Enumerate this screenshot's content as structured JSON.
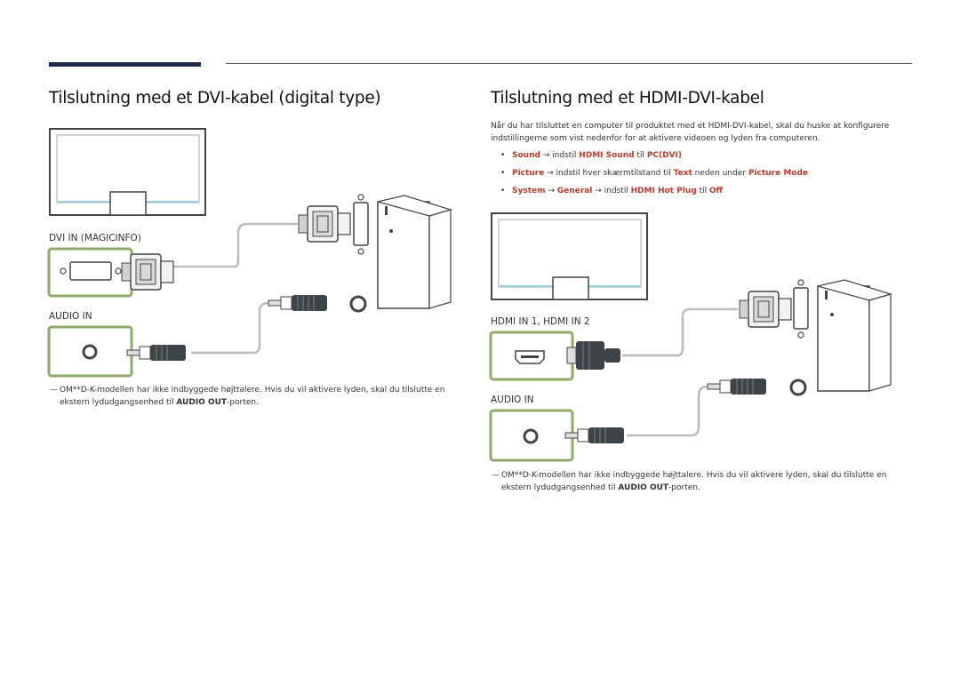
{
  "left": {
    "title": "Tilslutning med et DVI-kabel (digital type)",
    "port_dvi_label": "DVI IN (MAGICINFO)",
    "port_audio_label": "AUDIO IN",
    "note": {
      "text": "OM**D-K-modellen har ikke indbyggede højttalere. Hvis du vil aktivere lyden, skal du tilslutte en ekstern lydudgangsenhed til ",
      "bold1": "AUDIO OUT",
      "tail": "-porten."
    }
  },
  "right": {
    "title": "Tilslutning med et HDMI-DVI-kabel",
    "intro": "Når du har tilsluttet en computer til produktet med et HDMI-DVI-kabel, skal du huske at konfigurere indstillingerne som vist nedenfor for at aktivere videoen og lyden fra computeren.",
    "bullets": [
      {
        "a": "Sound",
        "arrow1": " → indstil ",
        "b": "HDMI Sound",
        "mid": " til ",
        "c": "PC(DVI)",
        "arrow2": "",
        "d": "",
        "end": ""
      },
      {
        "a": "Picture",
        "arrow1": " → indstil hver skærmtilstand til ",
        "b": "Text",
        "mid": " neden under ",
        "c": "Picture Mode",
        "arrow2": "",
        "d": "",
        "end": ""
      },
      {
        "a": "System",
        "arrow1": " → ",
        "b": "General",
        "mid": " → indstil ",
        "c": "HDMI Hot Plug",
        "arrow2": " til ",
        "d": "Off",
        "end": ""
      }
    ],
    "port_hdmi_label": "HDMI IN 1, HDMI IN 2",
    "port_audio_label": "AUDIO IN",
    "note": {
      "text": "OM**D-K-modellen har ikke indbyggede højttalere. Hvis du vil aktivere lyden, skal du tilslutte en ekstern lydudgangsenhed til ",
      "bold1": "AUDIO OUT",
      "tail": "-porten."
    }
  },
  "colors": {
    "port_frame": "#8faa6a",
    "accent_red": "#c0392b",
    "header_bar": "#1e2a4a",
    "connector": "#3d4448"
  }
}
